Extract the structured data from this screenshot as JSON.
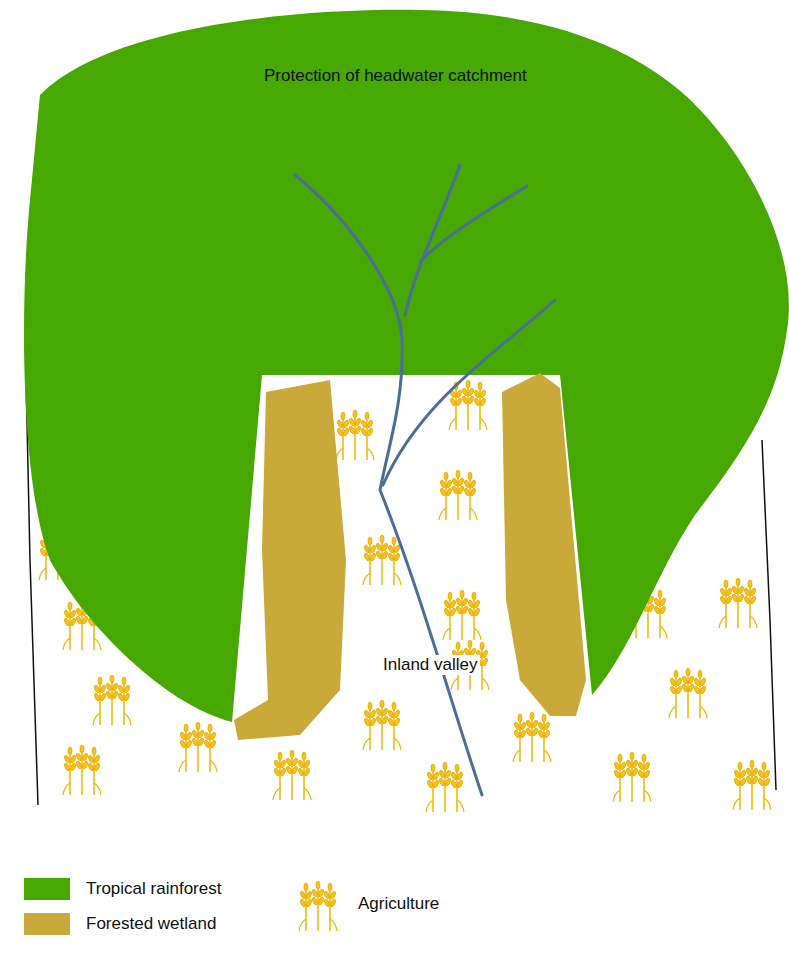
{
  "diagram": {
    "labels": [
      "Protection of headwater catchment",
      "Inland valley"
    ],
    "legend": [
      {
        "text": "Tropical rainforest",
        "color": "#46a800"
      },
      {
        "text": "Forested wetland",
        "color": "#c9a93a"
      },
      {
        "text": "Agriculture"
      }
    ]
  }
}
